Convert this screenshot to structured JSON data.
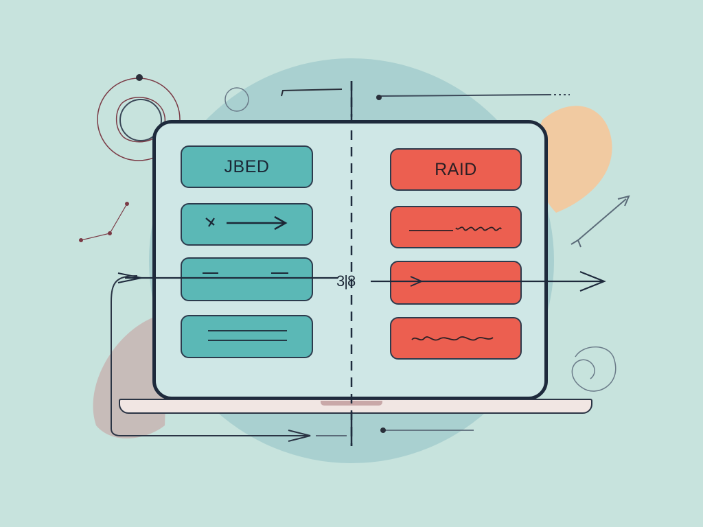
{
  "illustration": {
    "left_group": {
      "title": "JBED",
      "color": "#5bb8b6"
    },
    "right_group": {
      "title": "RAID",
      "color": "#ec5f50"
    },
    "center_label": "3|8",
    "colors": {
      "background": "#c7e3dd",
      "outline": "#1e2a3c",
      "accent_orange": "#f5c79a",
      "blob_blue": "#9fc9cb",
      "blob_mauve": "#c7b5b3"
    }
  }
}
